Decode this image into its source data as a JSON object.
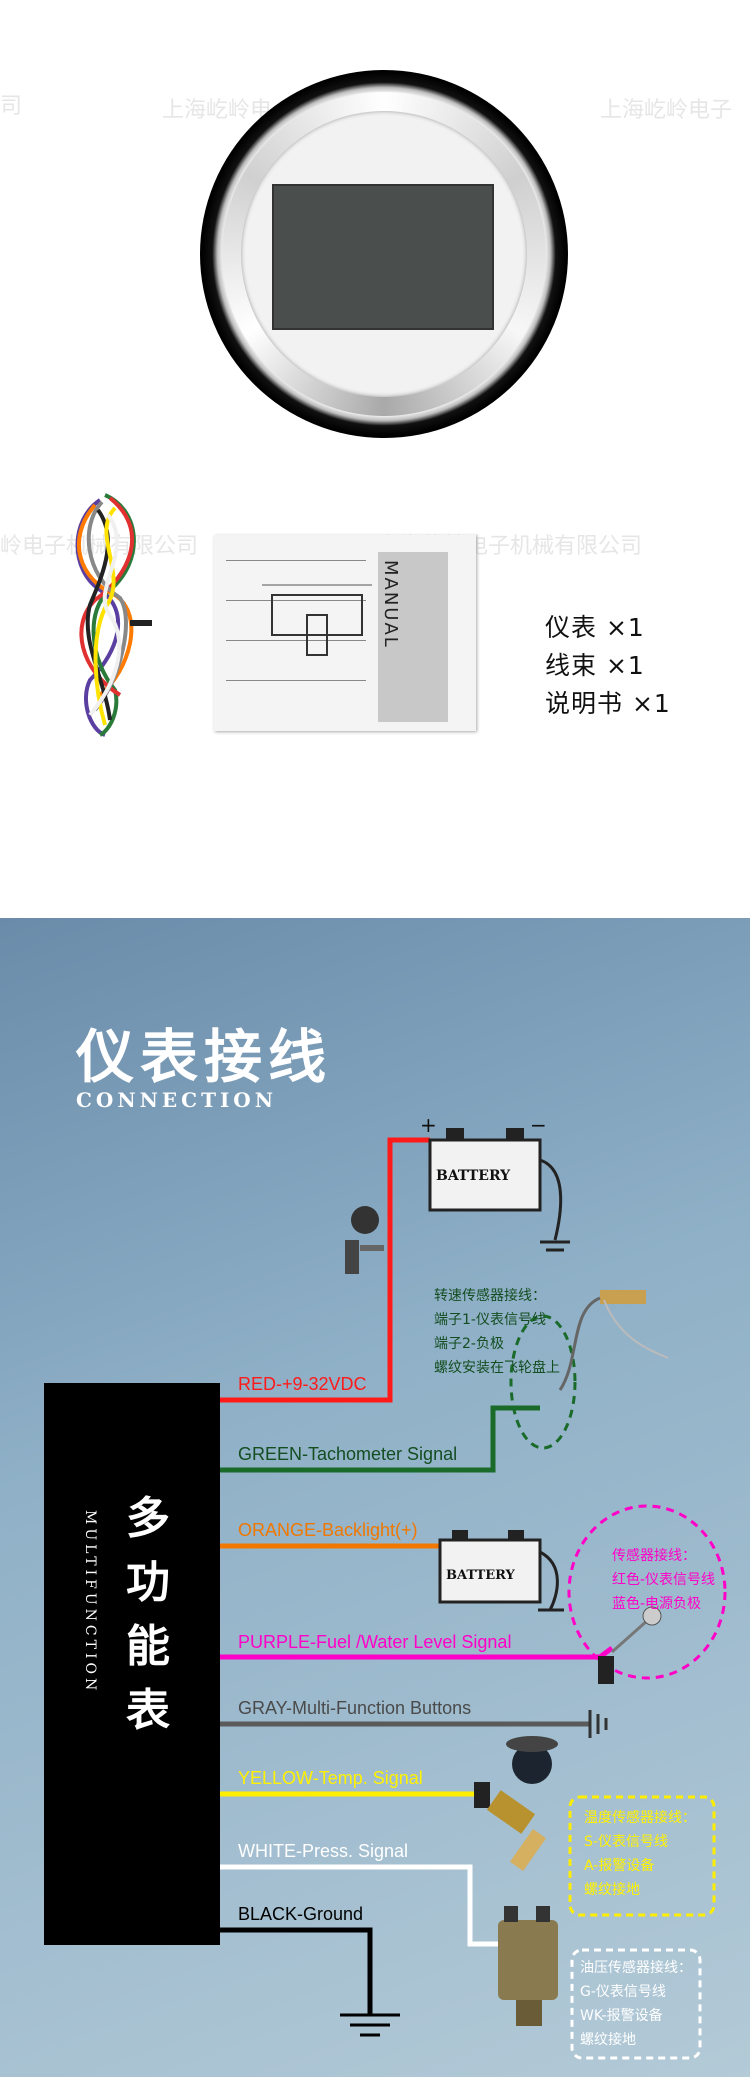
{
  "watermark": {
    "text1": "上海屹岭电",
    "text2": "上海屹岭电子",
    "text3": "岭电子机械有限公司",
    "text4": "上海屹岭电子机械有限公司",
    "left_fragment": "司"
  },
  "manual": {
    "word": "MANUAL"
  },
  "package_list": [
    "仪表 ×1",
    "线束 ×1",
    "说明书 ×1"
  ],
  "connection": {
    "title": "仪表接线",
    "subtitle": "CONNECTION",
    "device_vertical": "MULTIFUNCTION",
    "device_cn": [
      "多",
      "功",
      "能",
      "表"
    ],
    "battery_label": "BATTERY",
    "wires": [
      {
        "label": "RED-+9-32VDC",
        "color": "#ff1a1a"
      },
      {
        "label": "GREEN-Tachometer Signal",
        "color": "#1a6b2a"
      },
      {
        "label": "ORANGE-Backlight(+)",
        "color": "#f07800"
      },
      {
        "label": "PURPLE-Fuel /Water Level Signal",
        "color": "#ff00c8"
      },
      {
        "label": "GRAY-Multi-Function Buttons",
        "color": "#5a5a5a"
      },
      {
        "label": "YELLOW-Temp. Signal",
        "color": "#ffee00"
      },
      {
        "label": "WHITE-Press. Signal",
        "color": "#ffffff"
      },
      {
        "label": "BLACK-Ground",
        "color": "#000000"
      }
    ],
    "notes": {
      "tach": [
        "转速传感器接线：",
        "端子1-仪表信号线",
        "端子2-负极",
        "螺纹安装在飞轮盘上"
      ],
      "fuel": [
        "传感器接线：",
        "红色-仪表信号线",
        "蓝色-电源负极"
      ],
      "temp": [
        "温度传感器接线：",
        "S-仪表信号线",
        "A-报警设备",
        "螺纹接地"
      ],
      "press": [
        "油压传感器接线：",
        "G-仪表信号线",
        "WK-报警设备",
        "螺纹接地"
      ]
    }
  }
}
